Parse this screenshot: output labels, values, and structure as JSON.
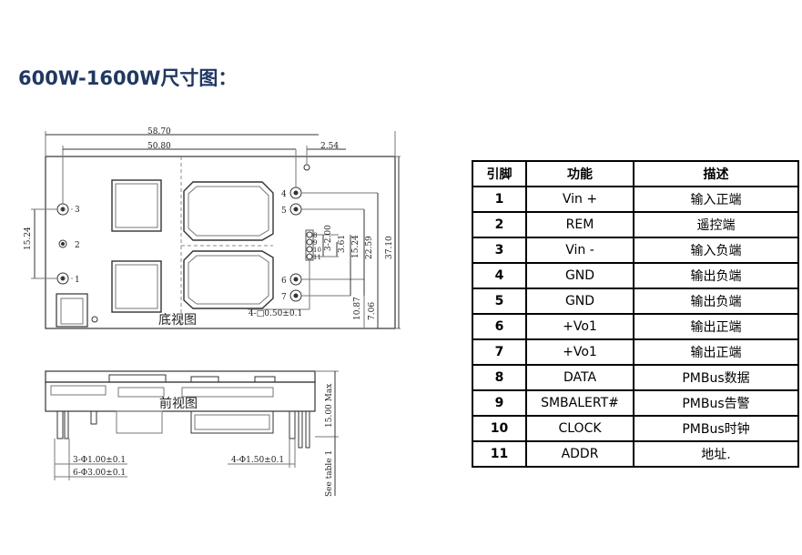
{
  "title": "600W-1600W尺寸图：",
  "drawing": {
    "bottom_view_label": "底视图",
    "front_view_label": "前视图",
    "dimensions": {
      "width_overall": "58.70",
      "width_inner": "50.80",
      "edge_offset": "2.54",
      "left_height": "15.24",
      "dim_3_2": "3-2.00",
      "dim_3_61": "3.61",
      "dim_15_24": "15.24",
      "dim_22_59": "22.59",
      "dim_37_10": "37.10",
      "dim_10_87": "10.87",
      "dim_7_06": "7.06",
      "small_pin_spec": "4-□0.50±0.1",
      "height_max": "15.00 Max",
      "pin_spec_1": "3-Φ1.00±0.1",
      "pin_spec_2": "6-Φ3.00±0.1",
      "pin_spec_3": "4-Φ1.50±0.1",
      "see_table": "See table 1"
    },
    "pin_labels_left": [
      "3",
      "2",
      "1"
    ],
    "pin_labels_right": [
      "4",
      "5",
      "6",
      "7"
    ],
    "pin_labels_signal": [
      "8",
      "9",
      "10",
      "11"
    ]
  },
  "table": {
    "headers": [
      "引脚",
      "功能",
      "描述"
    ],
    "rows": [
      {
        "pin": "1",
        "func": "Vin +",
        "desc": "输入正端"
      },
      {
        "pin": "2",
        "func": "REM",
        "desc": "遥控端"
      },
      {
        "pin": "3",
        "func": "Vin -",
        "desc": "输入负端"
      },
      {
        "pin": "4",
        "func": "GND",
        "desc": "输出负端"
      },
      {
        "pin": "5",
        "func": "GND",
        "desc": "输出负端"
      },
      {
        "pin": "6",
        "func": "+Vo1",
        "desc": "输出正端"
      },
      {
        "pin": "7",
        "func": "+Vo1",
        "desc": "输出正端"
      },
      {
        "pin": "8",
        "func": "DATA",
        "desc": "PMBus数据"
      },
      {
        "pin": "9",
        "func": "SMBALERT#",
        "desc": "PMBus告警"
      },
      {
        "pin": "10",
        "func": "CLOCK",
        "desc": "PMBus时钟"
      },
      {
        "pin": "11",
        "func": "ADDR",
        "desc": "地址."
      }
    ]
  }
}
